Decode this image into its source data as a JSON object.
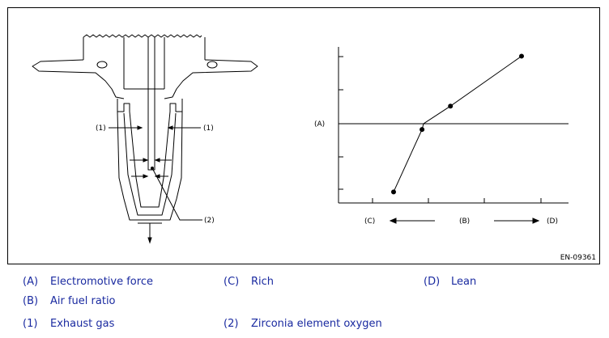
{
  "figure": {
    "code": "EN-09361",
    "graph": {
      "ylabel": "(A)",
      "rich_label": "(C)",
      "xlabel": "(B)",
      "lean_label": "(D)",
      "points": [
        [
          0,
          5
        ],
        [
          20,
          45
        ],
        [
          40,
          60
        ],
        [
          90,
          92
        ]
      ]
    },
    "sensor": {
      "callout_left": "(1)",
      "callout_right": "(1)",
      "callout_element": "(2)"
    }
  },
  "legend": {
    "A": {
      "key": "(A)",
      "text": "Electromotive force"
    },
    "C": {
      "key": "(C)",
      "text": "Rich"
    },
    "D": {
      "key": "(D)",
      "text": "Lean"
    },
    "B": {
      "key": "(B)",
      "text": "Air fuel ratio"
    },
    "one": {
      "key": "(1)",
      "text": "Exhaust gas"
    },
    "two": {
      "key": "(2)",
      "text": "Zirconia element oxygen"
    }
  },
  "colors": {
    "legend_text": "#1a2aa0",
    "line": "#000000"
  }
}
